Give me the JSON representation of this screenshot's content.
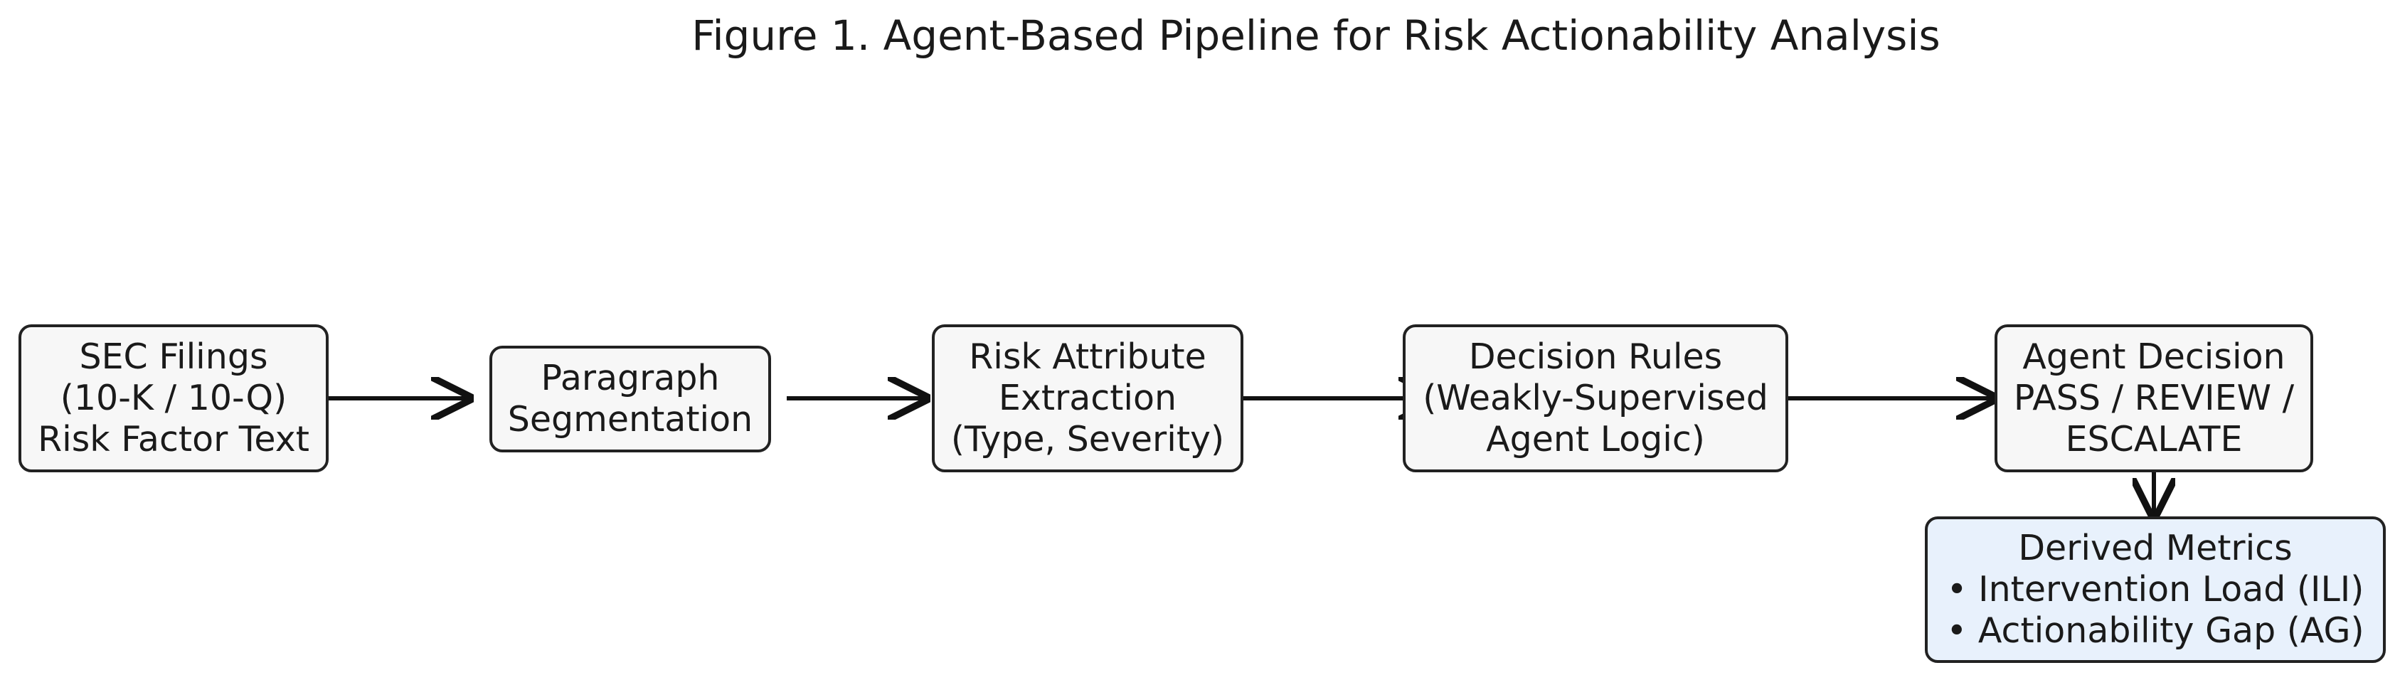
{
  "figure": {
    "title": "Figure 1. Agent-Based Pipeline for Risk Actionability Analysis"
  },
  "nodes": {
    "sec_filings": {
      "lines": [
        "SEC Filings",
        "(10-K / 10-Q)",
        "Risk Factor Text"
      ]
    },
    "paragraph_segmentation": {
      "lines": [
        "Paragraph",
        "Segmentation"
      ]
    },
    "risk_attribute_extraction": {
      "lines": [
        "Risk Attribute",
        "Extraction",
        "(Type, Severity)"
      ]
    },
    "decision_rules": {
      "lines": [
        "Decision Rules",
        "(Weakly-Supervised",
        "Agent Logic)"
      ]
    },
    "agent_decision": {
      "lines": [
        "Agent Decision",
        "PASS / REVIEW /",
        "ESCALATE"
      ]
    },
    "derived_metrics": {
      "lines": [
        "Derived Metrics",
        "• Intervention Load (ILI)",
        "• Actionability Gap (AG)"
      ]
    }
  },
  "colors": {
    "node_fill": "#f7f7f7",
    "metrics_fill": "#e8f1fc",
    "stroke": "#222222"
  }
}
